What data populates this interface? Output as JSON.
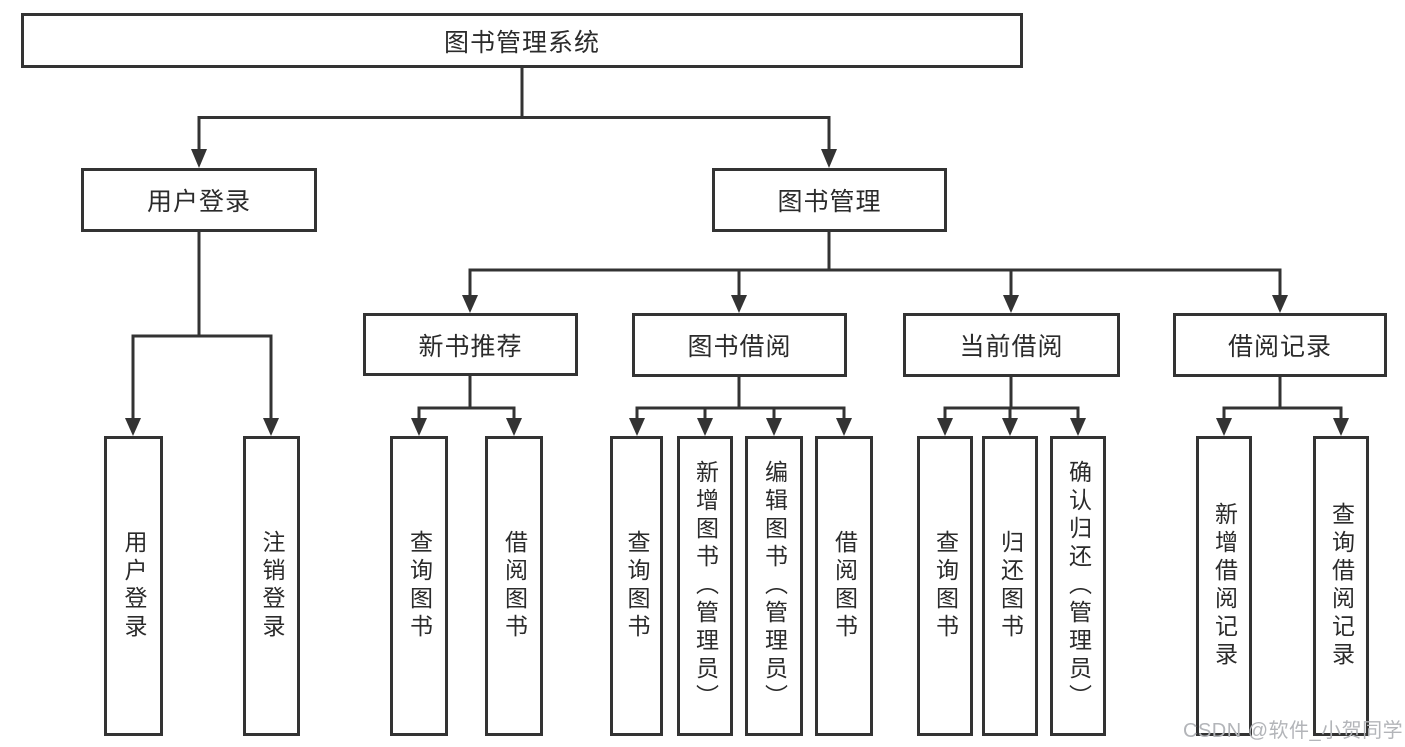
{
  "nodes": {
    "root": {
      "label": "图书管理系统"
    },
    "userLogin": {
      "label": "用户登录"
    },
    "bookMgmt": {
      "label": "图书管理"
    },
    "newBookRec": {
      "label": "新书推荐"
    },
    "bookBorrow": {
      "label": "图书借阅"
    },
    "currentBorrow": {
      "label": "当前借阅"
    },
    "borrowRecords": {
      "label": "借阅记录"
    },
    "leaves": [
      {
        "label": "用户登录"
      },
      {
        "label": "注销登录"
      },
      {
        "label": "查询图书"
      },
      {
        "label": "借阅图书"
      },
      {
        "label": "查询图书"
      },
      {
        "label": "新增图书（管理员）"
      },
      {
        "label": "编辑图书（管理员）"
      },
      {
        "label": "借阅图书"
      },
      {
        "label": "查询图书"
      },
      {
        "label": "归还图书"
      },
      {
        "label": "确认归还（管理员）"
      },
      {
        "label": "新增借阅记录"
      },
      {
        "label": "查询借阅记录"
      }
    ]
  },
  "watermark": {
    "text": "CSDN @软件_小贺同学"
  },
  "colors": {
    "line": "#333333",
    "text": "#2b2b2b",
    "background": "#ffffff",
    "watermark": "#b3b5b9"
  }
}
